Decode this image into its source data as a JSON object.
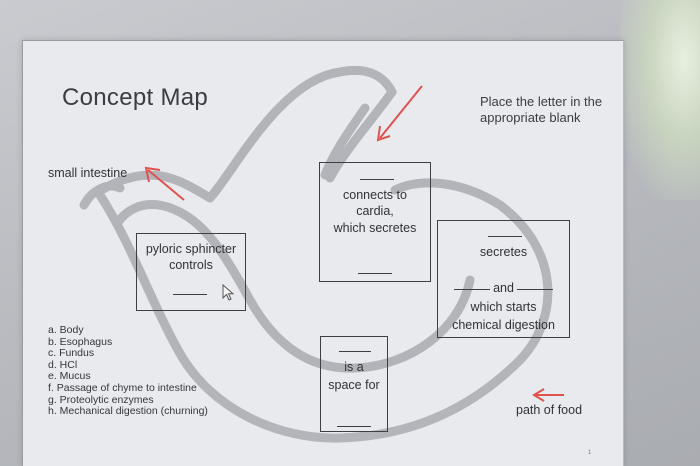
{
  "title": "Concept Map",
  "instruction": "Place the letter in the appropriate blank",
  "labels": {
    "small_intestine": "small intestine",
    "path_of_food": "path of food"
  },
  "boxes": {
    "pyloric": {
      "line1": "pyloric sphincter",
      "line2": "controls"
    },
    "cardia": {
      "line1": "connects to",
      "line2": "cardia,",
      "line3": "which secretes"
    },
    "secretes": {
      "line1": "secretes",
      "line2": "and",
      "line3": "which starts",
      "line4": "chemical digestion"
    },
    "space": {
      "line1": "is a",
      "line2": "space for"
    }
  },
  "options": [
    "a. Body",
    "b. Esophagus",
    "c. Fundus",
    "d. HCl",
    "e. Mucus",
    "f. Passage of chyme to intestine",
    "g. Proteolytic enzymes",
    "h. Mechanical digestion (churning)"
  ],
  "page_number": "1",
  "colors": {
    "arrow": "#e0524e",
    "outline": "#a9abb0",
    "box_border": "#3c3f46"
  }
}
